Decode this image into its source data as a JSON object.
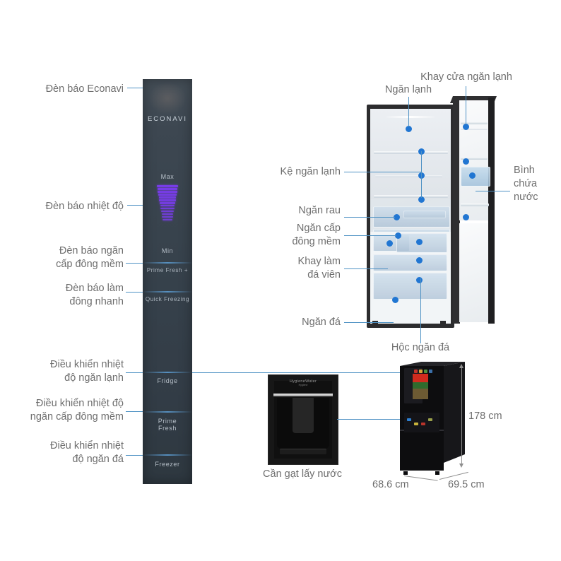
{
  "labels_left": [
    {
      "id": "econavi-indicator",
      "text": "Đèn báo Econavi"
    },
    {
      "id": "temp-indicator",
      "text": "Đèn báo nhiệt độ"
    },
    {
      "id": "soft-freeze-indicator",
      "text": "Đèn báo ngăn\ncấp đông mềm"
    },
    {
      "id": "quick-freeze-indicator",
      "text": "Đèn báo làm\nđông nhanh"
    },
    {
      "id": "fridge-temp-control",
      "text": "Điều khiển nhiệt\nđộ ngăn lạnh"
    },
    {
      "id": "soft-freeze-control",
      "text": "Điều khiển nhiệt độ\nngăn cấp đông mềm"
    },
    {
      "id": "freezer-temp-control",
      "text": "Điều khiển nhiệt\nđộ ngăn đá"
    }
  ],
  "labels_fridge": [
    {
      "id": "cold-compartment",
      "text": "Ngăn lạnh"
    },
    {
      "id": "cold-door-tray",
      "text": "Khay cửa ngăn lạnh"
    },
    {
      "id": "cold-shelf",
      "text": "Kệ ngăn lạnh"
    },
    {
      "id": "water-tank",
      "text": "Bình\nchứa\nnước"
    },
    {
      "id": "vegetable-drawer",
      "text": "Ngăn rau"
    },
    {
      "id": "soft-freeze-drawer",
      "text": "Ngăn cấp\nđông mềm"
    },
    {
      "id": "ice-tray",
      "text": "Khay làm\nđá viên"
    },
    {
      "id": "freezer-compartment",
      "text": "Ngăn đá"
    },
    {
      "id": "freezer-drawer",
      "text": "Hộc ngăn đá"
    }
  ],
  "panel": {
    "econavi": "ECONAVI",
    "max": "Max",
    "min": "Min",
    "prime_fresh_plus": "Prime Fresh +",
    "quick_freezing": "Quick Freezing",
    "fridge": "Fridge",
    "prime_fresh": "Prime\nFresh",
    "freezer": "Freezer",
    "gauge_bars": 13
  },
  "dispenser": {
    "label": "Cần gạt lấy nước",
    "brand": "HygieneWater",
    "brand_sub": "Hygiene"
  },
  "dimensions": {
    "height": "178 cm",
    "width": "68.6 cm",
    "depth": "69.5 cm"
  },
  "colors": {
    "callout_line": "#4f92c4",
    "callout_dot": "#2176d2",
    "label_text": "#6e6e6e",
    "panel_dark": "#37424c",
    "gauge_purple": "#7b3df0"
  }
}
